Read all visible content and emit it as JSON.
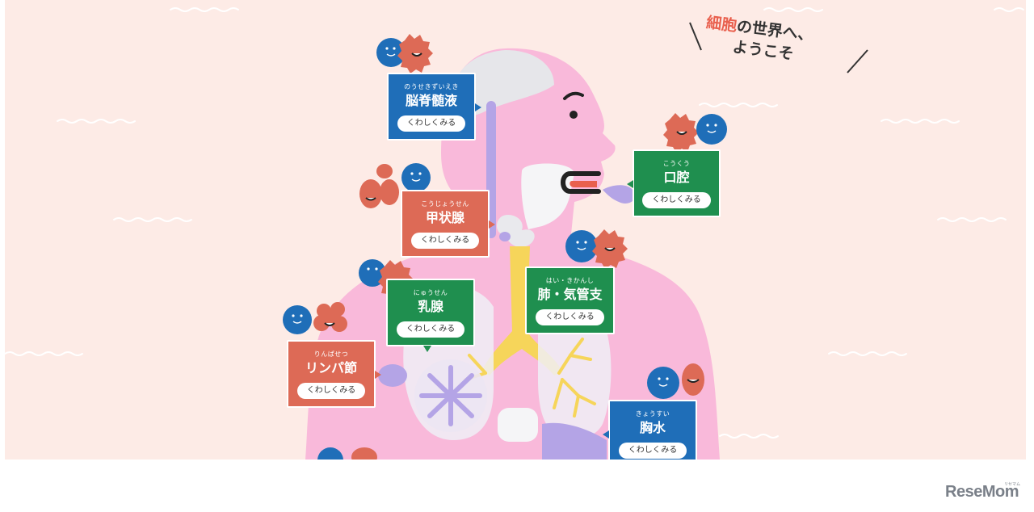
{
  "title": {
    "accent": "細胞",
    "line1_rest": "の世界へ、",
    "line2": "ようこそ"
  },
  "cards": [
    {
      "id": "brain",
      "ruby": "のうせきずいえき",
      "name": "脳脊髄液",
      "button": "くわしくみる",
      "color": "blue"
    },
    {
      "id": "mouth",
      "ruby": "こうくう",
      "name": "口腔",
      "button": "くわしくみる",
      "color": "green"
    },
    {
      "id": "thyroid",
      "ruby": "こうじょうせん",
      "name": "甲状腺",
      "button": "くわしくみる",
      "color": "red"
    },
    {
      "id": "lung",
      "ruby": "はい・きかんし",
      "name": "肺・気管支",
      "button": "くわしくみる",
      "color": "green"
    },
    {
      "id": "breast",
      "ruby": "にゅうせん",
      "name": "乳腺",
      "button": "くわしくみる",
      "color": "green"
    },
    {
      "id": "lymph",
      "ruby": "りんぱせつ",
      "name": "リンパ節",
      "button": "くわしくみる",
      "color": "red"
    },
    {
      "id": "pleural",
      "ruby": "きょうすい",
      "name": "胸水",
      "button": "くわしくみる",
      "color": "blue"
    }
  ],
  "logo": {
    "text": "ReseMom",
    "ruby": "リセマム"
  },
  "colors": {
    "background": "#fdebe6",
    "body_pink": "#f9b9da",
    "blue_card": "#1f6eb8",
    "green_card": "#1f8f4f",
    "red_card": "#dd6a56",
    "cell_blue": "#1f6eb8",
    "cell_red": "#dd6a56"
  }
}
